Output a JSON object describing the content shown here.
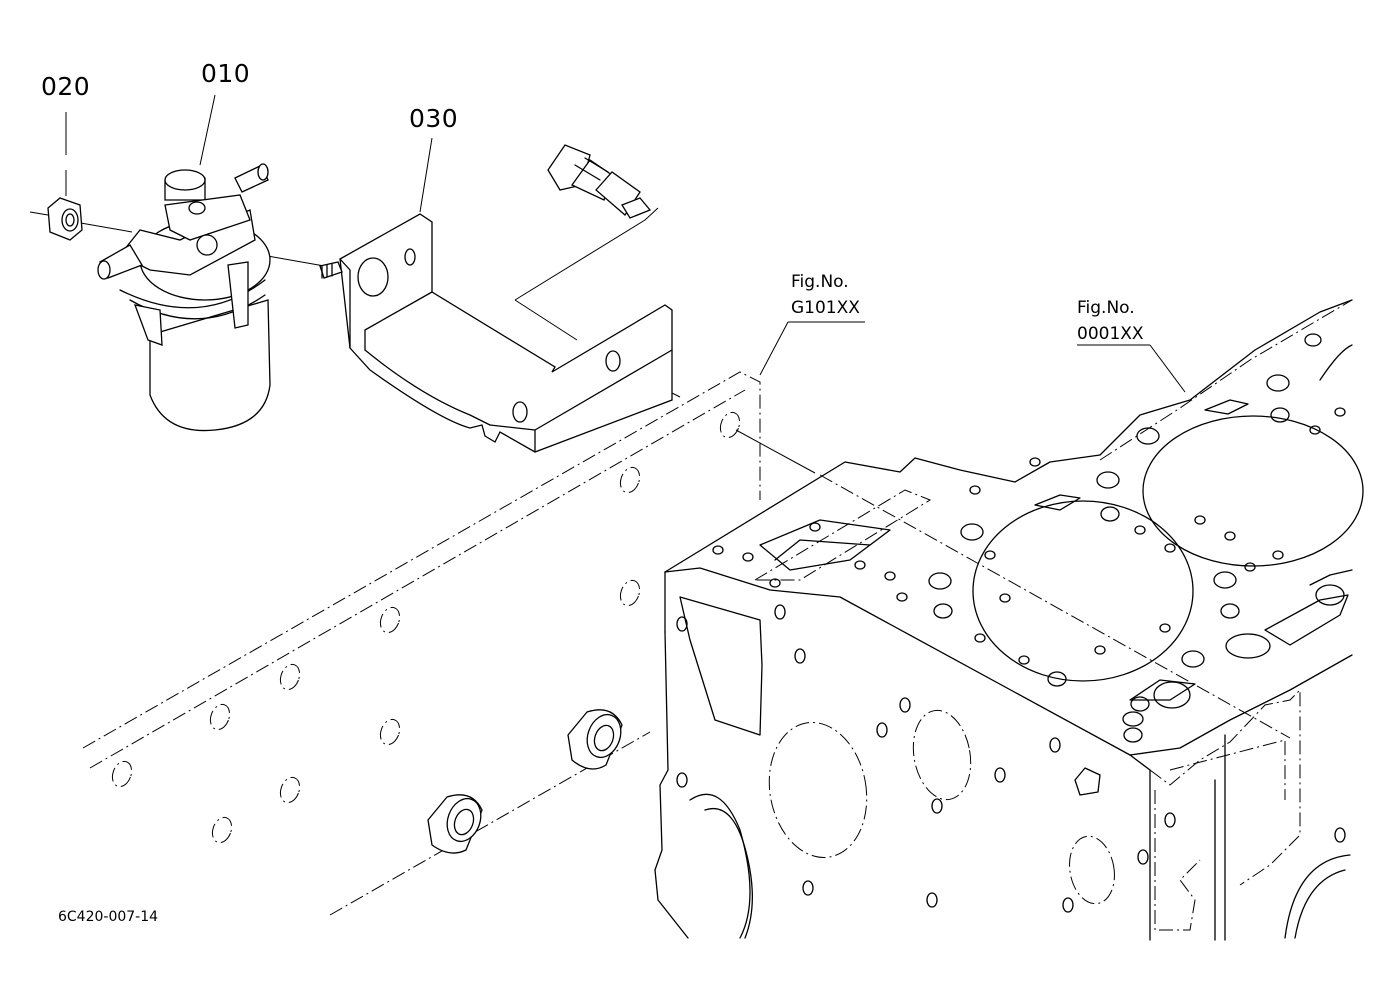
{
  "labels": {
    "part_010": "010",
    "part_020": "020",
    "part_030": "030",
    "fig_ref_1": {
      "line1": "Fig.No.",
      "line2": "G101XX"
    },
    "fig_ref_2": {
      "line1": "Fig.No.",
      "line2": "0001XX"
    },
    "diagram_code": "6C420-007-14"
  },
  "icons": [
    "fuel-filter-icon",
    "nut-icon",
    "bracket-icon",
    "hose-fitting-icon",
    "bolt-icon",
    "engine-block-icon",
    "gasket-icon",
    "bushing-icon"
  ]
}
